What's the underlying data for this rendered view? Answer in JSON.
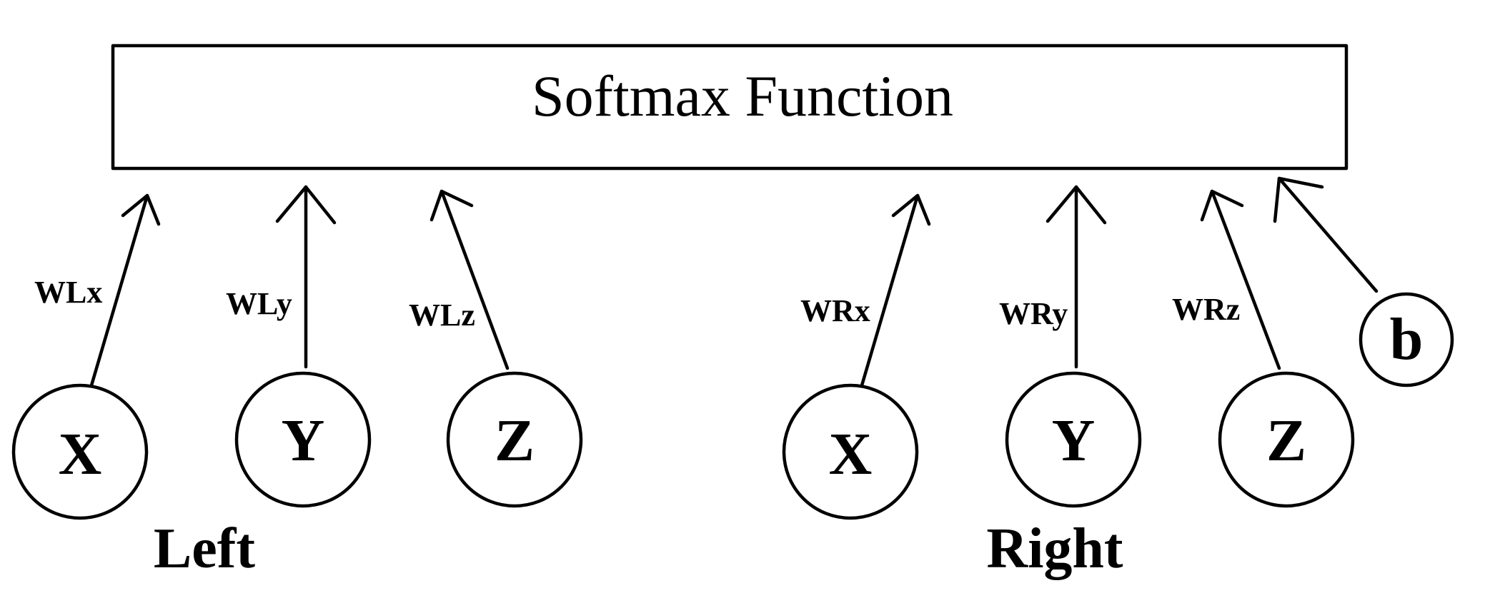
{
  "box": {
    "title": "Softmax Function"
  },
  "left": {
    "label": "Left",
    "nodes": [
      {
        "name": "X",
        "weight": "WLx"
      },
      {
        "name": "Y",
        "weight": "WLy"
      },
      {
        "name": "Z",
        "weight": "WLz"
      }
    ]
  },
  "right": {
    "label": "Right",
    "nodes": [
      {
        "name": "X",
        "weight": "WRx"
      },
      {
        "name": "Y",
        "weight": "WRy"
      },
      {
        "name": "Z",
        "weight": "WRz"
      }
    ]
  },
  "bias": {
    "name": "b"
  },
  "colors": {
    "ink": "#000000",
    "background": "#ffffff"
  }
}
